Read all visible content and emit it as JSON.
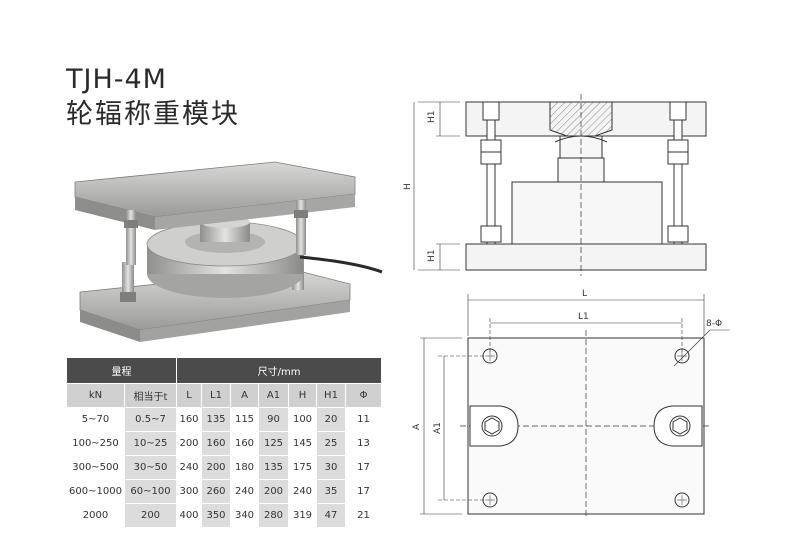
{
  "header": {
    "model": "TJH-4M",
    "name": "轮辐称重模块"
  },
  "table": {
    "group_range": "量程",
    "group_dims": "尺寸/mm",
    "columns": [
      "kN",
      "相当于t",
      "L",
      "L1",
      "A",
      "A1",
      "H",
      "H1",
      "Φ"
    ],
    "rows": [
      [
        "5~70",
        "0.5~7",
        "160",
        "135",
        "115",
        "90",
        "100",
        "20",
        "11"
      ],
      [
        "100~250",
        "10~25",
        "200",
        "160",
        "160",
        "125",
        "145",
        "25",
        "13"
      ],
      [
        "300~500",
        "30~50",
        "240",
        "200",
        "180",
        "135",
        "175",
        "30",
        "17"
      ],
      [
        "600~1000",
        "60~100",
        "300",
        "260",
        "240",
        "200",
        "240",
        "35",
        "17"
      ],
      [
        "2000",
        "200",
        "400",
        "350",
        "340",
        "280",
        "319",
        "47",
        "21"
      ]
    ]
  },
  "drawing": {
    "labels": {
      "H1_top": "H1",
      "H": "H",
      "H1_bottom": "H1",
      "L": "L",
      "L1": "L1",
      "A": "A",
      "A1": "A1",
      "holes": "8-Φ"
    }
  }
}
